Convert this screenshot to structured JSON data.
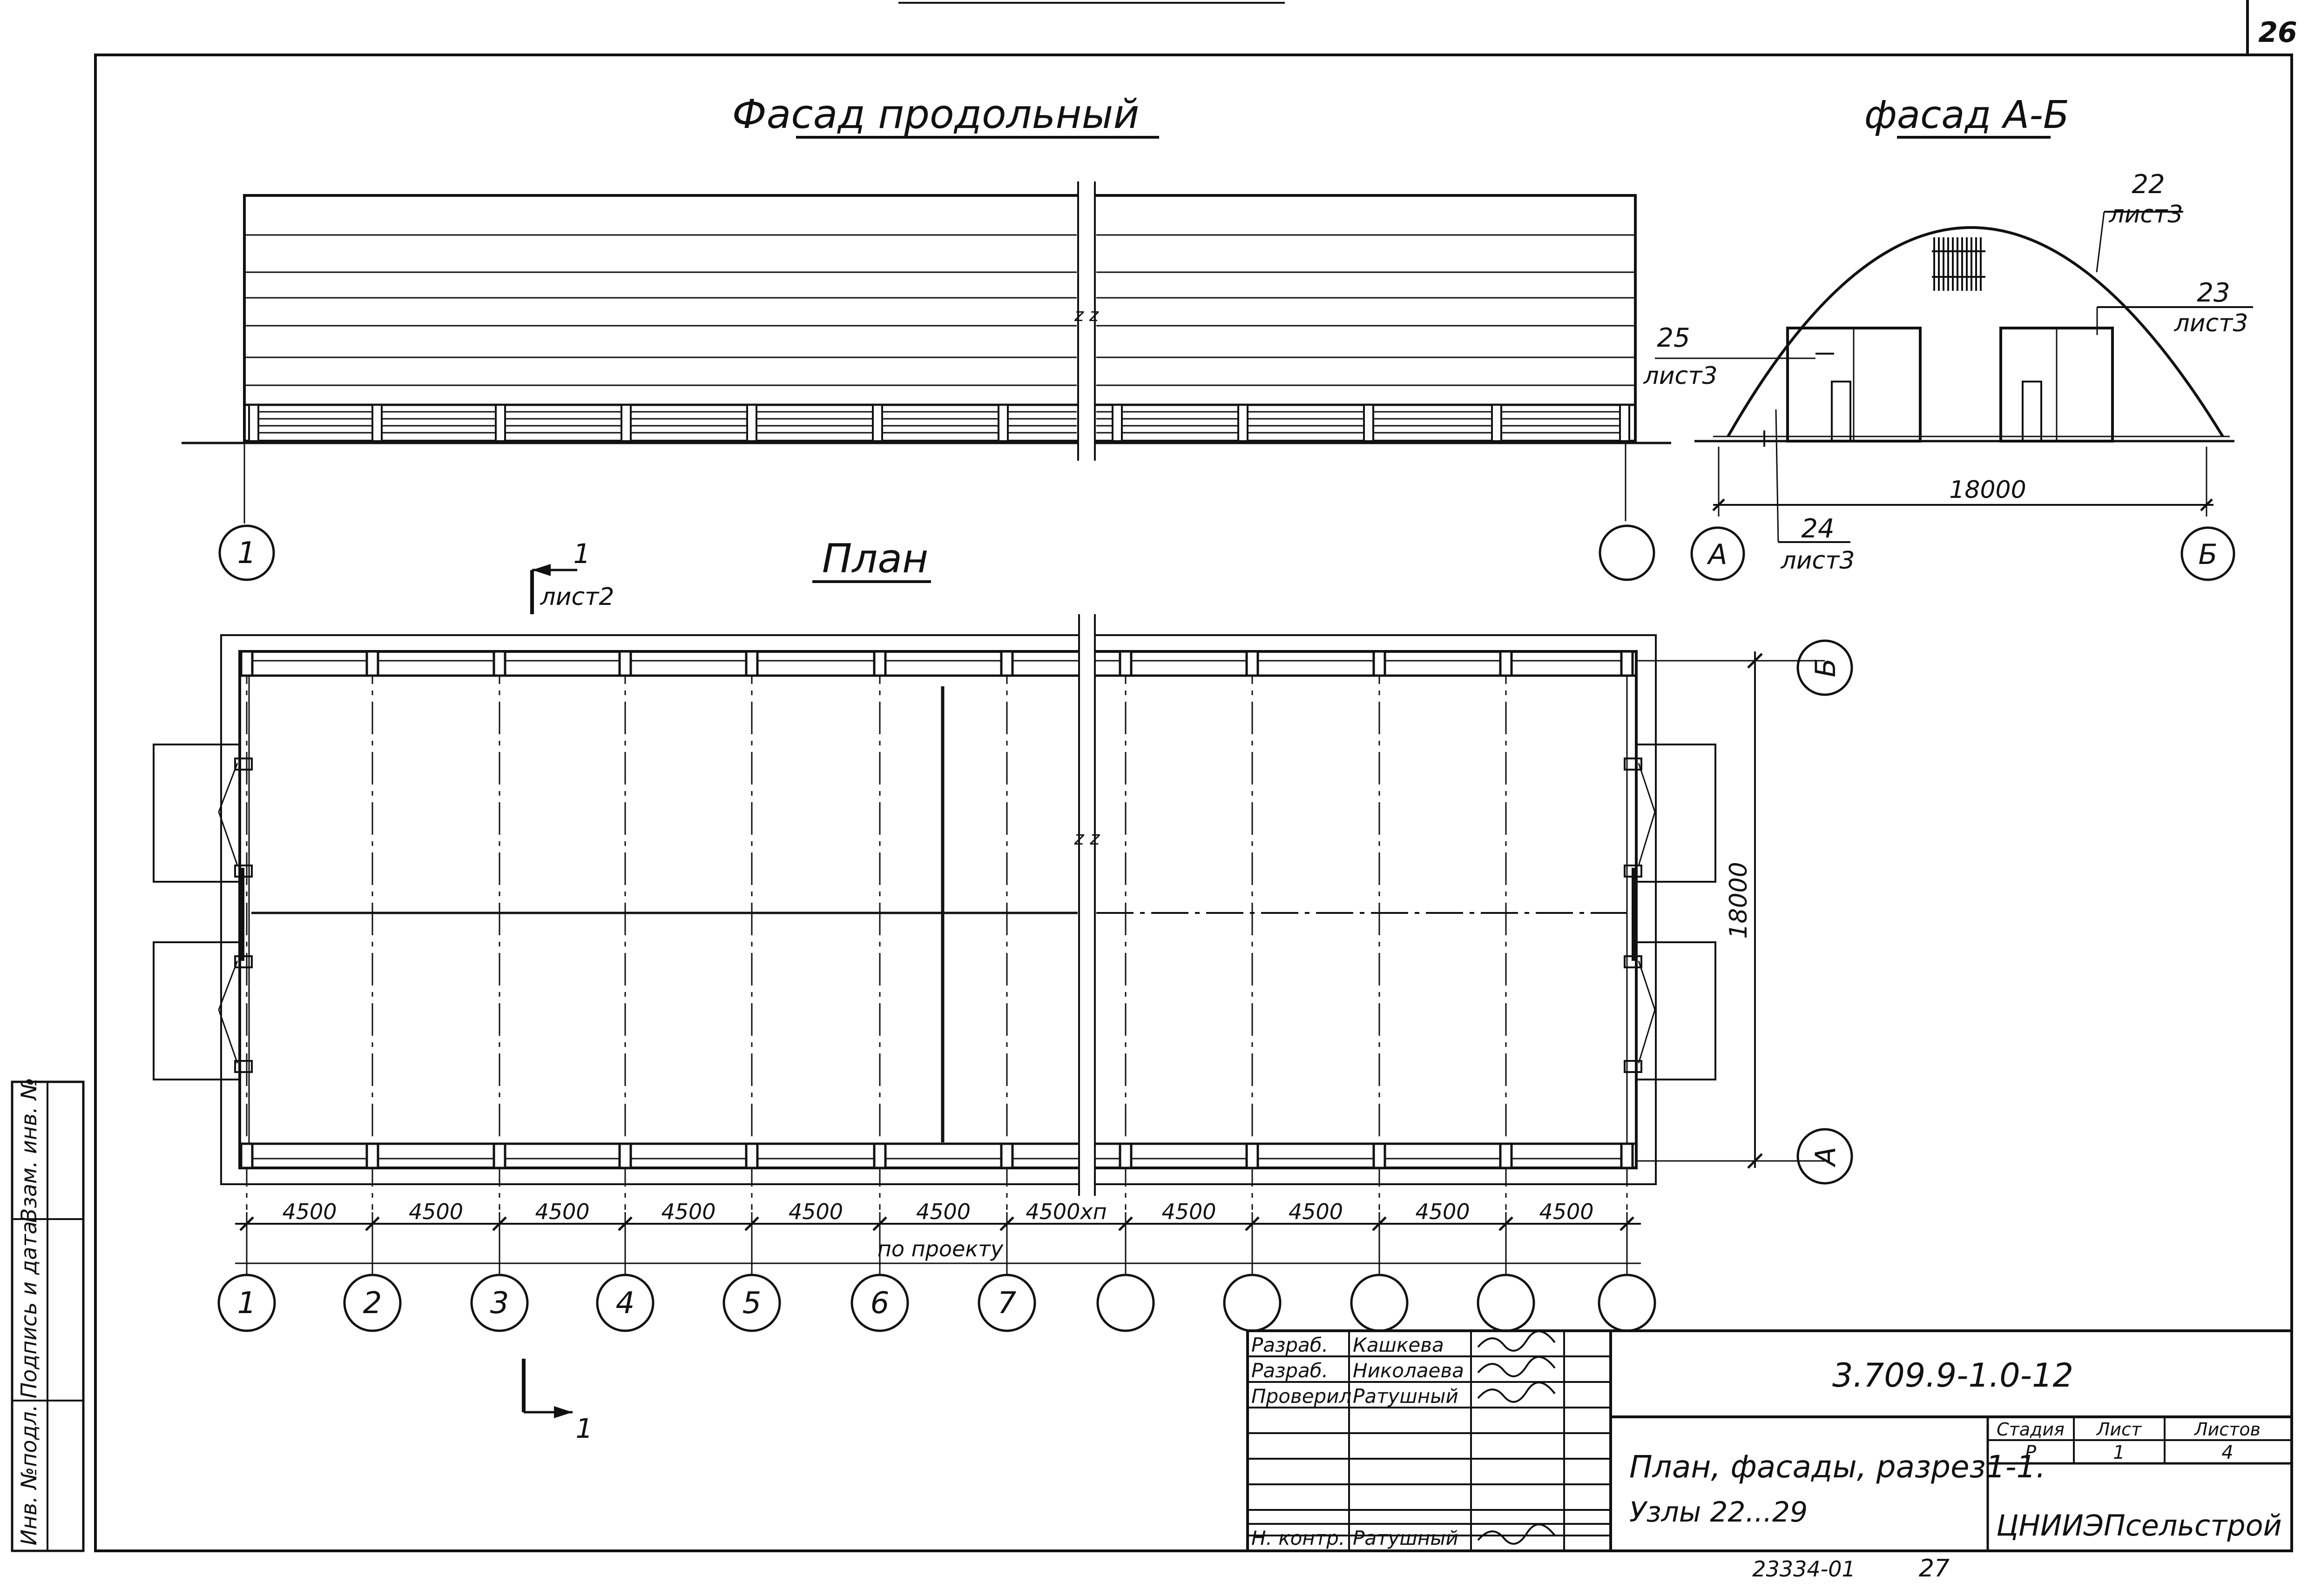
{
  "sheet_number": "26",
  "views": {
    "long_facade_title": "Фасад продольный",
    "end_facade_title": "фасад А-Б",
    "plan_title": "План"
  },
  "end_facade": {
    "callout_22": {
      "number": "22",
      "sheet": "лист3"
    },
    "callout_23": {
      "number": "23",
      "sheet": "лист3"
    },
    "callout_25": {
      "number": "25",
      "sheet": "лист3"
    },
    "callout_24": {
      "number": "24",
      "sheet": "лист3"
    },
    "width_dimension": "18000",
    "axis_left": "А",
    "axis_right": "Б"
  },
  "section_mark": {
    "number": "1",
    "sheet": "лист2",
    "bottom_number": "1"
  },
  "long_facade_axes": {
    "left": "1",
    "right": ""
  },
  "plan": {
    "width_dimension": "18000",
    "axis_top": "Б",
    "axis_bottom": "А",
    "bay_dimensions": [
      "4500",
      "4500",
      "4500",
      "4500",
      "4500",
      "4500",
      "4500хп",
      "4500",
      "4500",
      "4500",
      "4500"
    ],
    "bay_note": "по проекту",
    "axes": [
      "1",
      "2",
      "3",
      "4",
      "5",
      "6",
      "7",
      "",
      "",
      "",
      "",
      ""
    ]
  },
  "title_block": {
    "rows": [
      {
        "role": "Разраб.",
        "name": "Кашкева",
        "signature": "sig-1"
      },
      {
        "role": "Разраб.",
        "name": "Николаева",
        "signature": "sig-2"
      },
      {
        "role": "Проверил",
        "name": "Ратушный",
        "signature": "sig-3"
      },
      {
        "role": "",
        "name": "",
        "signature": ""
      },
      {
        "role": "",
        "name": "",
        "signature": ""
      },
      {
        "role": "",
        "name": "",
        "signature": ""
      },
      {
        "role": "Н. контр.",
        "name": "Ратушный",
        "signature": "sig-4"
      }
    ],
    "document_code": "3.709.9-1.0-12",
    "drawing_title_line1": "План, фасады, разрез1-1.",
    "drawing_title_line2": "Узлы 22...29",
    "stage_header": "Стадия",
    "sheet_header": "Лист",
    "sheets_header": "Листов",
    "stage_value": "Р",
    "sheet_value": "1",
    "sheets_value": "4",
    "organization": "ЦНИИЭПсельстрой"
  },
  "side_stamp": {
    "col1": "Инв. №подл.",
    "col2": "Подпись и дата",
    "col3": "Взам. инв. №"
  },
  "archive_number": "23334-01",
  "page_number": "27"
}
